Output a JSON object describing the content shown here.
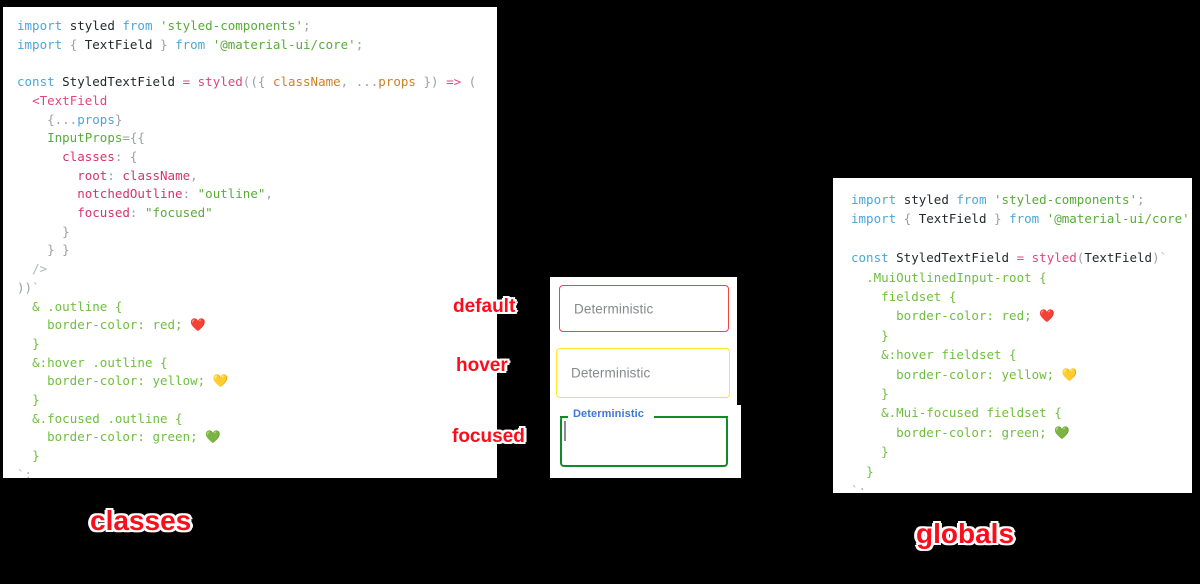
{
  "panels": {
    "classes": {
      "caption": "classes",
      "code_lines": [
        [
          {
            "t": "import ",
            "c": "kw"
          },
          {
            "t": "styled ",
            "c": "ident"
          },
          {
            "t": "from ",
            "c": "kw"
          },
          {
            "t": "'styled-components'",
            "c": "str"
          },
          {
            "t": ";",
            "c": "punct"
          }
        ],
        [
          {
            "t": "import ",
            "c": "kw"
          },
          {
            "t": "{",
            "c": "punct"
          },
          {
            "t": " TextField ",
            "c": "ident"
          },
          {
            "t": "}",
            "c": "punct"
          },
          {
            "t": " from ",
            "c": "kw"
          },
          {
            "t": "'@material-ui/core'",
            "c": "str"
          },
          {
            "t": ";",
            "c": "punct"
          }
        ],
        [
          {
            "t": "",
            "c": "ident"
          }
        ],
        [
          {
            "t": "const ",
            "c": "kw"
          },
          {
            "t": "StyledTextField ",
            "c": "ident"
          },
          {
            "t": "= ",
            "c": "fn"
          },
          {
            "t": "styled",
            "c": "fn"
          },
          {
            "t": "((",
            "c": "punct"
          },
          {
            "t": "{ ",
            "c": "punct"
          },
          {
            "t": "className",
            "c": "var"
          },
          {
            "t": ", ",
            "c": "punct"
          },
          {
            "t": "...",
            "c": "punct"
          },
          {
            "t": "props",
            "c": "var"
          },
          {
            "t": " }",
            "c": "punct"
          },
          {
            "t": ") ",
            "c": "punct"
          },
          {
            "t": "=> ",
            "c": "fn"
          },
          {
            "t": "(",
            "c": "punct"
          }
        ],
        [
          {
            "t": "  ",
            "c": "ident"
          },
          {
            "t": "<TextField",
            "c": "tag"
          }
        ],
        [
          {
            "t": "    ",
            "c": "ident"
          },
          {
            "t": "{...",
            "c": "punct"
          },
          {
            "t": "props",
            "c": "blue"
          },
          {
            "t": "}",
            "c": "punct"
          }
        ],
        [
          {
            "t": "    ",
            "c": "ident"
          },
          {
            "t": "InputProps",
            "c": "attr"
          },
          {
            "t": "=",
            "c": "punct"
          },
          {
            "t": "{{",
            "c": "punct"
          }
        ],
        [
          {
            "t": "      ",
            "c": "ident"
          },
          {
            "t": "classes",
            "c": "prop"
          },
          {
            "t": ": ",
            "c": "punct"
          },
          {
            "t": "{",
            "c": "punct"
          }
        ],
        [
          {
            "t": "        ",
            "c": "ident"
          },
          {
            "t": "root",
            "c": "prop"
          },
          {
            "t": ": ",
            "c": "punct"
          },
          {
            "t": "className",
            "c": "prop"
          },
          {
            "t": ",",
            "c": "punct"
          }
        ],
        [
          {
            "t": "        ",
            "c": "ident"
          },
          {
            "t": "notchedOutline",
            "c": "prop"
          },
          {
            "t": ": ",
            "c": "punct"
          },
          {
            "t": "\"outline\"",
            "c": "str"
          },
          {
            "t": ",",
            "c": "punct"
          }
        ],
        [
          {
            "t": "        ",
            "c": "ident"
          },
          {
            "t": "focused",
            "c": "prop"
          },
          {
            "t": ": ",
            "c": "punct"
          },
          {
            "t": "\"focused\"",
            "c": "str"
          }
        ],
        [
          {
            "t": "      ",
            "c": "ident"
          },
          {
            "t": "}",
            "c": "punct"
          }
        ],
        [
          {
            "t": "    ",
            "c": "ident"
          },
          {
            "t": "} }",
            "c": "punct"
          }
        ],
        [
          {
            "t": "  ",
            "c": "ident"
          },
          {
            "t": "/>",
            "c": "dim"
          }
        ],
        [
          {
            "t": "))",
            "c": "punct"
          },
          {
            "t": "`",
            "c": "dim"
          }
        ],
        [
          {
            "t": "  ",
            "c": "ident"
          },
          {
            "t": "& .outline {",
            "c": "css"
          }
        ],
        [
          {
            "t": "    ",
            "c": "ident"
          },
          {
            "t": "border-color: red; ",
            "c": "css"
          },
          {
            "t": "❤️",
            "c": "emoji"
          }
        ],
        [
          {
            "t": "  ",
            "c": "ident"
          },
          {
            "t": "}",
            "c": "css"
          }
        ],
        [
          {
            "t": "  ",
            "c": "ident"
          },
          {
            "t": "&:hover .outline {",
            "c": "css"
          }
        ],
        [
          {
            "t": "    ",
            "c": "ident"
          },
          {
            "t": "border-color: yellow; ",
            "c": "css"
          },
          {
            "t": "💛",
            "c": "emoji"
          }
        ],
        [
          {
            "t": "  ",
            "c": "ident"
          },
          {
            "t": "}",
            "c": "css"
          }
        ],
        [
          {
            "t": "  ",
            "c": "ident"
          },
          {
            "t": "&.focused .outline {",
            "c": "css"
          }
        ],
        [
          {
            "t": "    ",
            "c": "ident"
          },
          {
            "t": "border-color: green; ",
            "c": "css"
          },
          {
            "t": "💚",
            "c": "emoji"
          }
        ],
        [
          {
            "t": "  ",
            "c": "ident"
          },
          {
            "t": "}",
            "c": "css"
          }
        ],
        [
          {
            "t": "`",
            "c": "dim"
          },
          {
            "t": ";",
            "c": "dim"
          }
        ]
      ]
    },
    "globals": {
      "caption": "globals",
      "code_lines": [
        [
          {
            "t": "import ",
            "c": "kw"
          },
          {
            "t": "styled ",
            "c": "ident"
          },
          {
            "t": "from ",
            "c": "kw"
          },
          {
            "t": "'styled-components'",
            "c": "str"
          },
          {
            "t": ";",
            "c": "punct"
          }
        ],
        [
          {
            "t": "import ",
            "c": "kw"
          },
          {
            "t": "{",
            "c": "punct"
          },
          {
            "t": " TextField ",
            "c": "ident"
          },
          {
            "t": "}",
            "c": "punct"
          },
          {
            "t": " from ",
            "c": "kw"
          },
          {
            "t": "'@material-ui/core'",
            "c": "str"
          },
          {
            "t": ";",
            "c": "punct"
          }
        ],
        [
          {
            "t": "",
            "c": "ident"
          }
        ],
        [
          {
            "t": "const ",
            "c": "kw"
          },
          {
            "t": "StyledTextField ",
            "c": "ident"
          },
          {
            "t": "= ",
            "c": "fn"
          },
          {
            "t": "styled",
            "c": "fn"
          },
          {
            "t": "(",
            "c": "punct"
          },
          {
            "t": "TextField",
            "c": "ident"
          },
          {
            "t": ")",
            "c": "punct"
          },
          {
            "t": "`",
            "c": "dim"
          }
        ],
        [
          {
            "t": "  ",
            "c": "ident"
          },
          {
            "t": ".MuiOutlinedInput-root {",
            "c": "css"
          }
        ],
        [
          {
            "t": "    ",
            "c": "ident"
          },
          {
            "t": "fieldset {",
            "c": "css"
          }
        ],
        [
          {
            "t": "      ",
            "c": "ident"
          },
          {
            "t": "border-color: red; ",
            "c": "css"
          },
          {
            "t": "❤️",
            "c": "emoji"
          }
        ],
        [
          {
            "t": "    ",
            "c": "ident"
          },
          {
            "t": "}",
            "c": "css"
          }
        ],
        [
          {
            "t": "    ",
            "c": "ident"
          },
          {
            "t": "&:hover fieldset {",
            "c": "css"
          }
        ],
        [
          {
            "t": "      ",
            "c": "ident"
          },
          {
            "t": "border-color: yellow; ",
            "c": "css"
          },
          {
            "t": "💛",
            "c": "emoji"
          }
        ],
        [
          {
            "t": "    ",
            "c": "ident"
          },
          {
            "t": "}",
            "c": "css"
          }
        ],
        [
          {
            "t": "    ",
            "c": "ident"
          },
          {
            "t": "&.Mui-focused fieldset {",
            "c": "css"
          }
        ],
        [
          {
            "t": "      ",
            "c": "ident"
          },
          {
            "t": "border-color: green; ",
            "c": "css"
          },
          {
            "t": "💚",
            "c": "emoji"
          }
        ],
        [
          {
            "t": "    ",
            "c": "ident"
          },
          {
            "t": "}",
            "c": "css"
          }
        ],
        [
          {
            "t": "  ",
            "c": "ident"
          },
          {
            "t": "}",
            "c": "css"
          }
        ],
        [
          {
            "t": "`",
            "c": "dim"
          },
          {
            "t": ";",
            "c": "dim"
          }
        ]
      ]
    }
  },
  "demo": {
    "states": {
      "default": {
        "annotation": "default",
        "field_text": "Deterministic",
        "border_color": "#f4433c"
      },
      "hover": {
        "annotation": "hover",
        "field_text": "Deterministic",
        "border_color": "#fbe82d"
      },
      "focused": {
        "annotation": "focused",
        "floating_label": "Deterministic",
        "field_text": "",
        "border_color": "#128a28",
        "label_color": "#3b78d8"
      }
    }
  },
  "colors": {
    "background": "#000000",
    "panel": "#ffffff",
    "annotation_text": "#fc0d1b",
    "annotation_outline": "#ffffff",
    "keyword": "#4aa7d8",
    "string": "#5aab3a",
    "function": "#e0477a",
    "property": "#d6336c",
    "variable": "#c8812a",
    "css": "#6fbf3f"
  }
}
